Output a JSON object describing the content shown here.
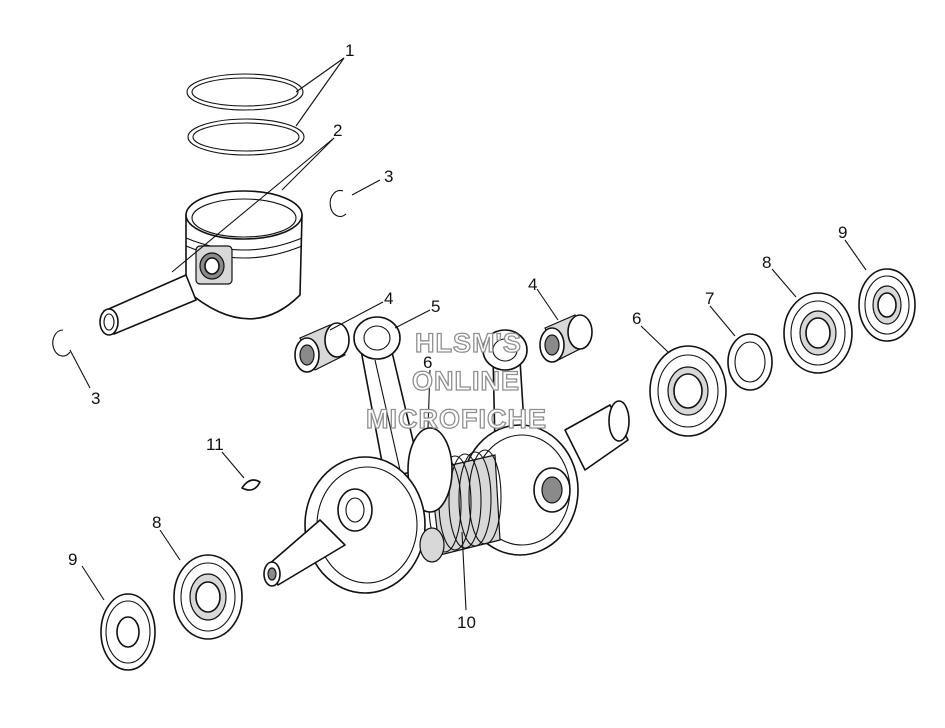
{
  "callouts": {
    "c1": "1",
    "c2": "2",
    "c3a": "3",
    "c3b": "3",
    "c4a": "4",
    "c4b": "4",
    "c5": "5",
    "c6a": "6",
    "c6b": "6",
    "c7": "7",
    "c8a": "8",
    "c8b": "8",
    "c9a": "9",
    "c9b": "9",
    "c10": "10",
    "c11": "11"
  },
  "watermark": {
    "line1": "HLSM'S",
    "line2": "ONLINE",
    "line3": "MICROFICHE"
  }
}
